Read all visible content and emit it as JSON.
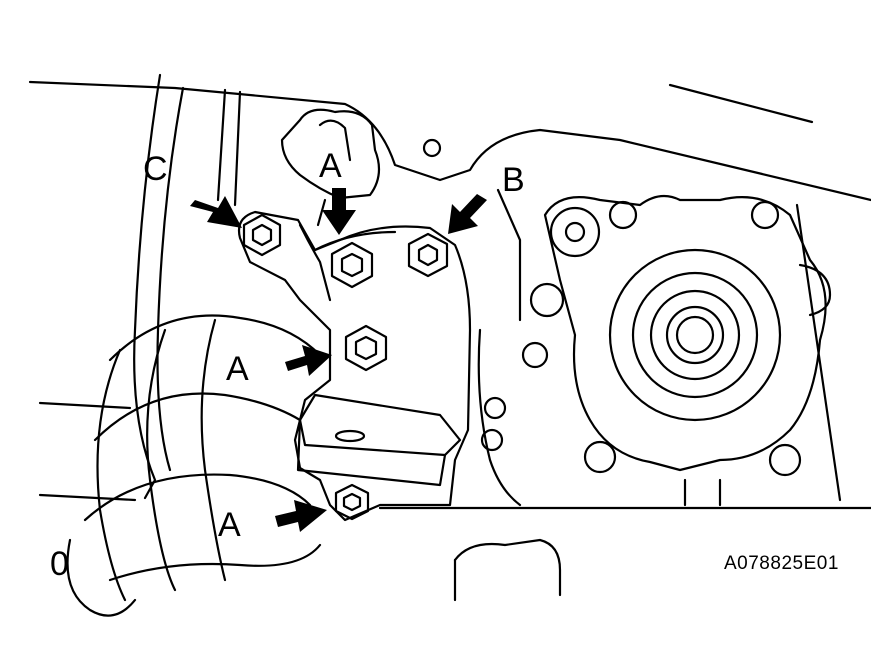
{
  "figure": {
    "code": "A078825E01",
    "corner_mark": "0"
  },
  "callouts": [
    {
      "id": "c",
      "text": "C"
    },
    {
      "id": "a-top",
      "text": "A"
    },
    {
      "id": "b",
      "text": "B"
    },
    {
      "id": "a-middle",
      "text": "A"
    },
    {
      "id": "a-bottom",
      "text": "A"
    }
  ],
  "colors": {
    "line": "#000000",
    "background": "#ffffff"
  }
}
